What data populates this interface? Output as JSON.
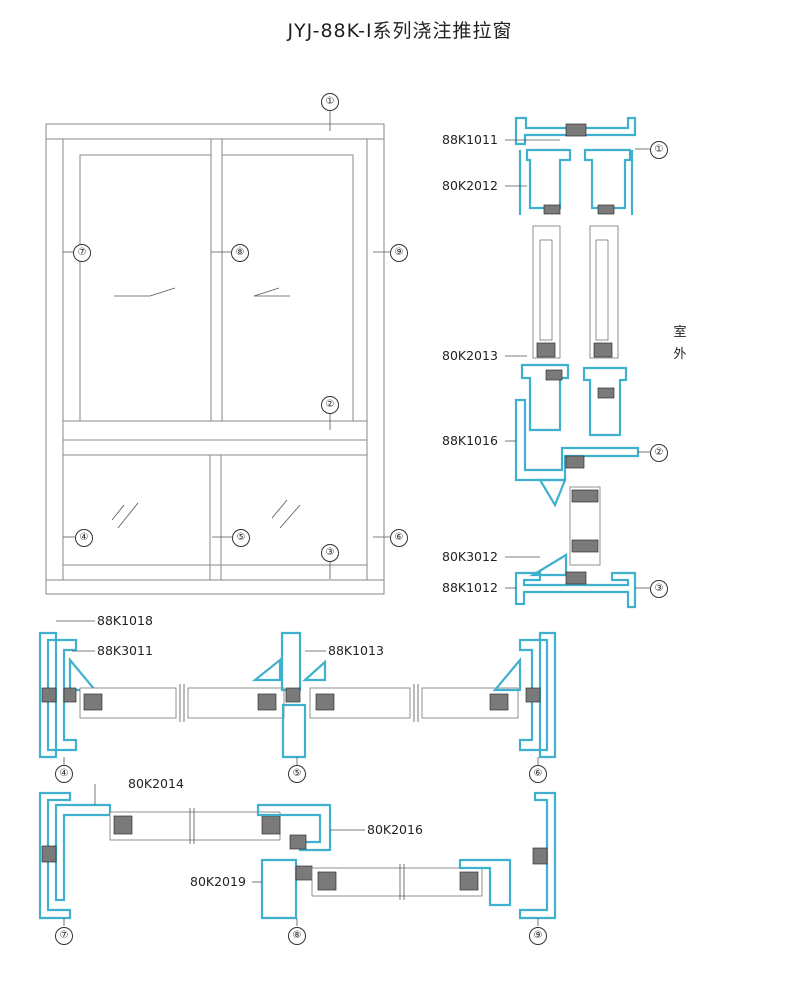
{
  "title": "JYJ-88K-Ⅰ系列浇注推拉窗",
  "outside_label": [
    "室",
    "外"
  ],
  "elevation_markers": [
    "①",
    "②",
    "③",
    "④",
    "⑤",
    "⑥",
    "⑦",
    "⑧",
    "⑨"
  ],
  "vertical_section": {
    "part_labels": [
      "88K1011",
      "80K2012",
      "80K2013",
      "88K1016",
      "80K3012",
      "88K1012"
    ],
    "markers": [
      "①",
      "②",
      "③"
    ]
  },
  "horizontal_section_top": {
    "part_labels": [
      "88K1018",
      "88K3011",
      "88K1013"
    ],
    "markers": [
      "④",
      "⑤",
      "⑥"
    ]
  },
  "horizontal_section_bottom": {
    "part_labels": [
      "80K2014",
      "80K2016",
      "80K2019"
    ],
    "markers": [
      "⑦",
      "⑧",
      "⑨"
    ]
  },
  "colors": {
    "profile": "#3fb0cd",
    "frame_line": "#8a8a8a",
    "text": "#231f20"
  }
}
